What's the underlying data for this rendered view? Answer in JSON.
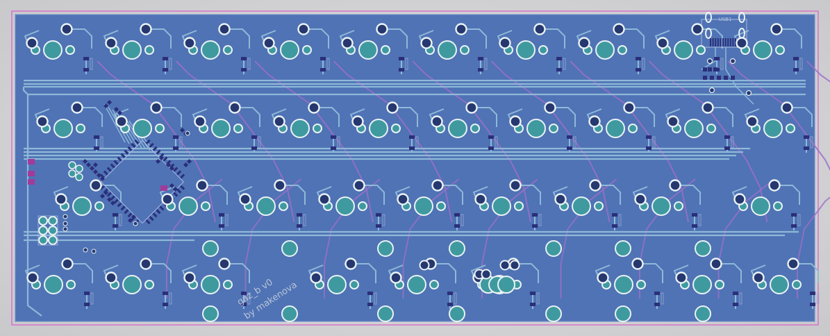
{
  "board": {
    "silkscreen": [
      "gaz_b v0",
      "by makenova"
    ],
    "connector_label": "USB1"
  },
  "colors": {
    "background": "#d0d0d2",
    "outline": "#d472c8",
    "board": "#4f73b5",
    "pour_line": "#6e8fca",
    "trace": "#8fb9d8",
    "trace_back": "#9c6fc8",
    "pad_fill": "#3f9aa0",
    "ring": "#eaf2f4",
    "small_pad": "#26386f",
    "smd": "#2b2f7a",
    "smd_magenta": "#a23a9a"
  },
  "layout": {
    "rows": [
      {
        "id": "row1",
        "keys": 10
      },
      {
        "id": "row2",
        "keys": 10
      },
      {
        "id": "row3",
        "keys": 9
      },
      {
        "id": "row4",
        "keys": 9
      }
    ]
  }
}
